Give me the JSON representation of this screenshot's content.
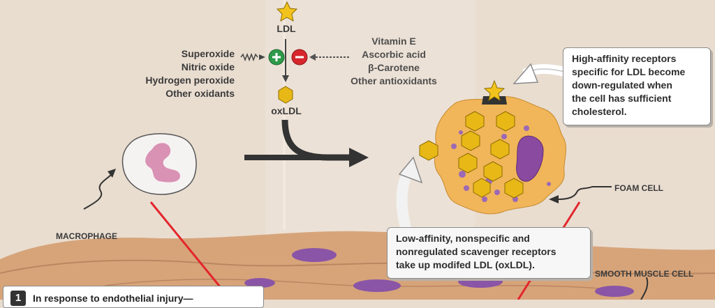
{
  "labels": {
    "ldl": "LDL",
    "oxldl": "oxLDL",
    "oxidants": [
      "Superoxide",
      "Nitric oxide",
      "Hydrogen peroxide",
      "Other oxidants"
    ],
    "antioxidants": [
      "Vitamin E",
      "Ascorbic acid",
      "β-Carotene",
      "Other antioxidants"
    ],
    "macrophage": "MACROPHAGE",
    "foam_cell": "FOAM CELL",
    "smooth_muscle_cell": "SMOOTH MUSCLE CELL"
  },
  "callouts": {
    "high_affinity": [
      "High-affinity receptors",
      "specific for LDL become",
      "down-regulated when",
      "the cell has sufficient",
      "cholesterol."
    ],
    "low_affinity": [
      "Low-affinity, nonspecific and",
      "nonregulated scavenger receptors",
      "take up modifed LDL (oxLDL)."
    ]
  },
  "step": {
    "number": "1",
    "text": "In response to endothelial injury—"
  },
  "colors": {
    "background": "#e9ddd0",
    "ldl_star": "#f2c31c",
    "oxldl": "#e8b817",
    "plus": "#2e9a4a",
    "minus": "#d6262c",
    "foam_cell": "#f1b55a",
    "lipid_droplet": "#9b69b5",
    "nucleus": "#8a4aa0",
    "tissue": "#d7a47a",
    "pointer_line": "#e3262c"
  },
  "icons": {
    "plus": "plus-icon",
    "minus": "minus-icon",
    "ldl": "star-icon",
    "oxldl": "hexagon-icon"
  }
}
